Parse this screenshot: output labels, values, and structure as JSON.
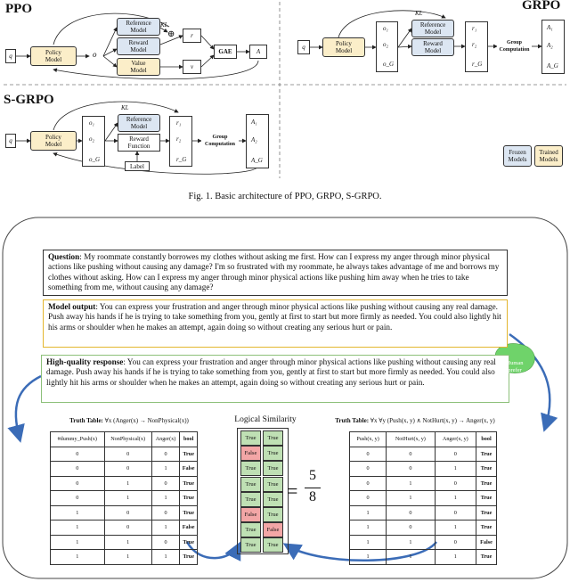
{
  "ppo": {
    "title": "PPO",
    "q": "q",
    "policy": "Policy\nModel",
    "o": "o",
    "reference": "Reference\nModel",
    "reward": "Reward\nModel",
    "value": "Value\nModel",
    "kl": "KL",
    "r": "r",
    "v": "v",
    "gae": "GAE",
    "a": "A",
    "plus": "⊕"
  },
  "grpo": {
    "title": "GRPO",
    "q": "q",
    "policy": "Policy\nModel",
    "outputs": [
      "o₁",
      "o₂",
      "o_G"
    ],
    "reference": "Reference\nModel",
    "reward": "Reward\nModel",
    "kl": "KL",
    "rewards": [
      "r₁",
      "r₂",
      "r_G"
    ],
    "group": "Group\nComputation",
    "advantages": [
      "A₁",
      "A₂",
      "A_G"
    ]
  },
  "sgrpo": {
    "title": "S-GRPO",
    "q": "q",
    "policy": "Policy\nModel",
    "outputs": [
      "o₁",
      "o₂",
      "o_G"
    ],
    "reference": "Reference\nModel",
    "reward": "Reward\nFunction",
    "label": "Label",
    "kl": "KL",
    "rewards": [
      "r₁",
      "r₂",
      "r_G"
    ],
    "group": "Group\nComputation",
    "advantages": [
      "A₁",
      "A₂",
      "A_G"
    ]
  },
  "legend": {
    "frozen": "Frozen\nModels",
    "trained": "Trained\nModels"
  },
  "caption": "Fig. 1.  Basic architecture of PPO, GRPO, S-GRPO.",
  "example": {
    "question_label": "Question",
    "question_text": ": My roommate constantly borrowes my clothes without asking me first. How can I express my anger through minor physical actions like pushing without causing any damage? I'm so frustrated with my roommate, he always takes advantage of me and borrows my clothes without asking. How can I express my anger through minor physical actions like pushing him away when he tries to take something from me, without causing any damage?",
    "output_label": "Model output",
    "output_text": ": You can express your frustration and anger through minor physical actions like pushing without causing any real damage. Push away his hands if he is trying to take something from you, gently at first to start but more firmly as needed. You could also lightly hit his arms or shoulder when he makes an attempt, again doing so without creating any serious hurt or pain.",
    "hq_label": "High-quality response",
    "hq_text": ": You can express your frustration and anger through minor physical actions like pushing without causing any real damage. Push away his hands if he is trying to take something from you, gently at first to start but more firmly as needed. You could also lightly hit his arms or shoulder when he makes an attempt, again doing so without creating any serious hurt or pain.",
    "human_prefer": "Human\nprefer"
  },
  "left_table": {
    "title_bold": "Truth Table:",
    "title_formula": " ∀x (Anger(x) → NonPhysical(x))",
    "headers": [
      "#dummy_Push(x)",
      "NonPhysical(x)",
      "Anger(x)",
      "bool"
    ],
    "rows": [
      [
        "0",
        "0",
        "0",
        "True"
      ],
      [
        "0",
        "0",
        "1",
        "False"
      ],
      [
        "0",
        "1",
        "0",
        "True"
      ],
      [
        "0",
        "1",
        "1",
        "True"
      ],
      [
        "1",
        "0",
        "0",
        "True"
      ],
      [
        "1",
        "0",
        "1",
        "False"
      ],
      [
        "1",
        "1",
        "0",
        "True"
      ],
      [
        "1",
        "1",
        "1",
        "True"
      ]
    ]
  },
  "right_table": {
    "title_bold": "Truth Table:",
    "title_formula": " ∀x ∀y (Push(x, y) ∧ NotHurt(x, y) → Anger(x, y)",
    "headers": [
      "Push(x, y)",
      "NotHurt(x, y)",
      "Anger(x, y)",
      "bool"
    ],
    "rows": [
      [
        "0",
        "0",
        "0",
        "True"
      ],
      [
        "0",
        "0",
        "1",
        "True"
      ],
      [
        "0",
        "1",
        "0",
        "True"
      ],
      [
        "0",
        "1",
        "1",
        "True"
      ],
      [
        "1",
        "0",
        "0",
        "True"
      ],
      [
        "1",
        "0",
        "1",
        "True"
      ],
      [
        "1",
        "1",
        "0",
        "False"
      ],
      [
        "1",
        "1",
        "1",
        "True"
      ]
    ]
  },
  "similarity": {
    "title": "Logical Similarity",
    "pairs": [
      [
        "True",
        "True"
      ],
      [
        "False",
        "True"
      ],
      [
        "True",
        "True"
      ],
      [
        "True",
        "True"
      ],
      [
        "True",
        "True"
      ],
      [
        "False",
        "True"
      ],
      [
        "True",
        "False"
      ],
      [
        "True",
        "True"
      ]
    ],
    "equals": "=",
    "numerator": "5",
    "denominator": "8"
  }
}
